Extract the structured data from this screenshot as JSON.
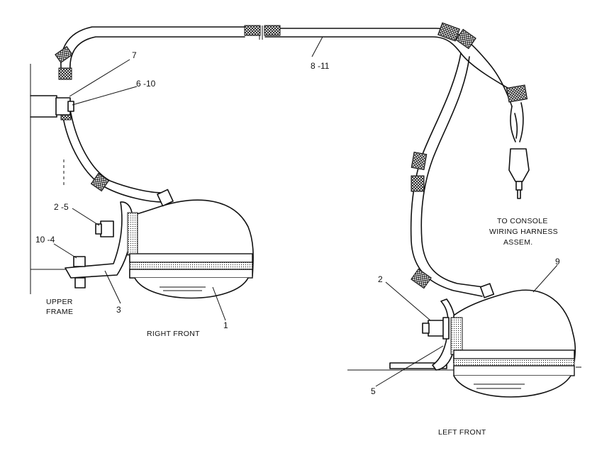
{
  "labels": {
    "part_7": "7",
    "part_6_10": "6 -10",
    "part_8_11": "8 -11",
    "part_2_5": "2 -5",
    "part_10_4": "10 -4",
    "part_3": "3",
    "part_1": "1",
    "part_2": "2",
    "part_9": "9",
    "part_5": "5",
    "upper_frame_line1": "UPPER",
    "upper_frame_line2": "FRAME",
    "right_front": "RIGHT FRONT",
    "left_front": "LEFT FRONT",
    "console_line1": "TO CONSOLE",
    "console_line2": "WIRING HARNESS",
    "console_line3": "ASSEM."
  },
  "icons": {
    "right_lamp": "work-lamp-icon",
    "left_lamp": "work-lamp-icon",
    "connector": "plug-connector-icon"
  }
}
